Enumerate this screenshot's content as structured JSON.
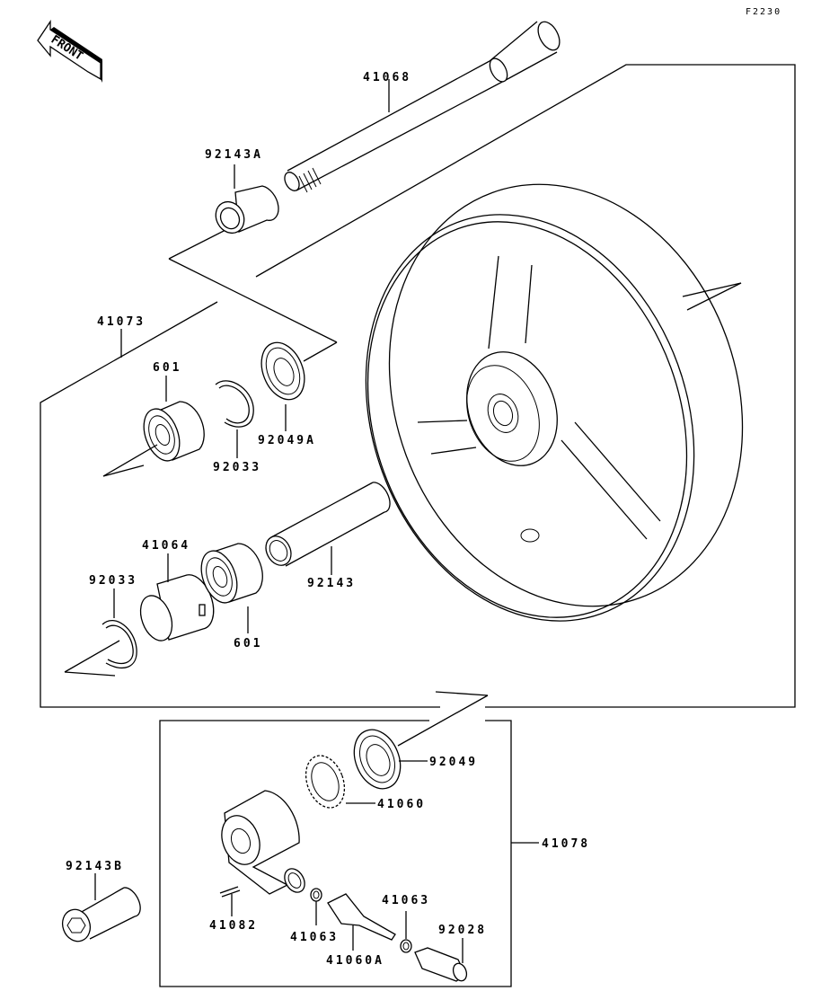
{
  "diagram": {
    "figure_code": "F2230",
    "direction_indicator": "FRONT",
    "groups": {
      "wheel_assembly": "41073",
      "meter_gear_assembly": "41078"
    },
    "parts": {
      "axle": "41068",
      "collar_a": "92143A",
      "bearing_upper": "601",
      "circlip_upper": "92033",
      "oil_seal_a": "92049A",
      "retainer": "41064",
      "circlip_lower": "92033",
      "bearing_lower": "601",
      "collar": "92143",
      "oil_seal": "92049",
      "gear": "41060",
      "pin": "41082",
      "washer_left": "41063",
      "pinion": "41060A",
      "washer_right": "41063",
      "bushing": "92028",
      "collar_b": "92143B"
    }
  }
}
